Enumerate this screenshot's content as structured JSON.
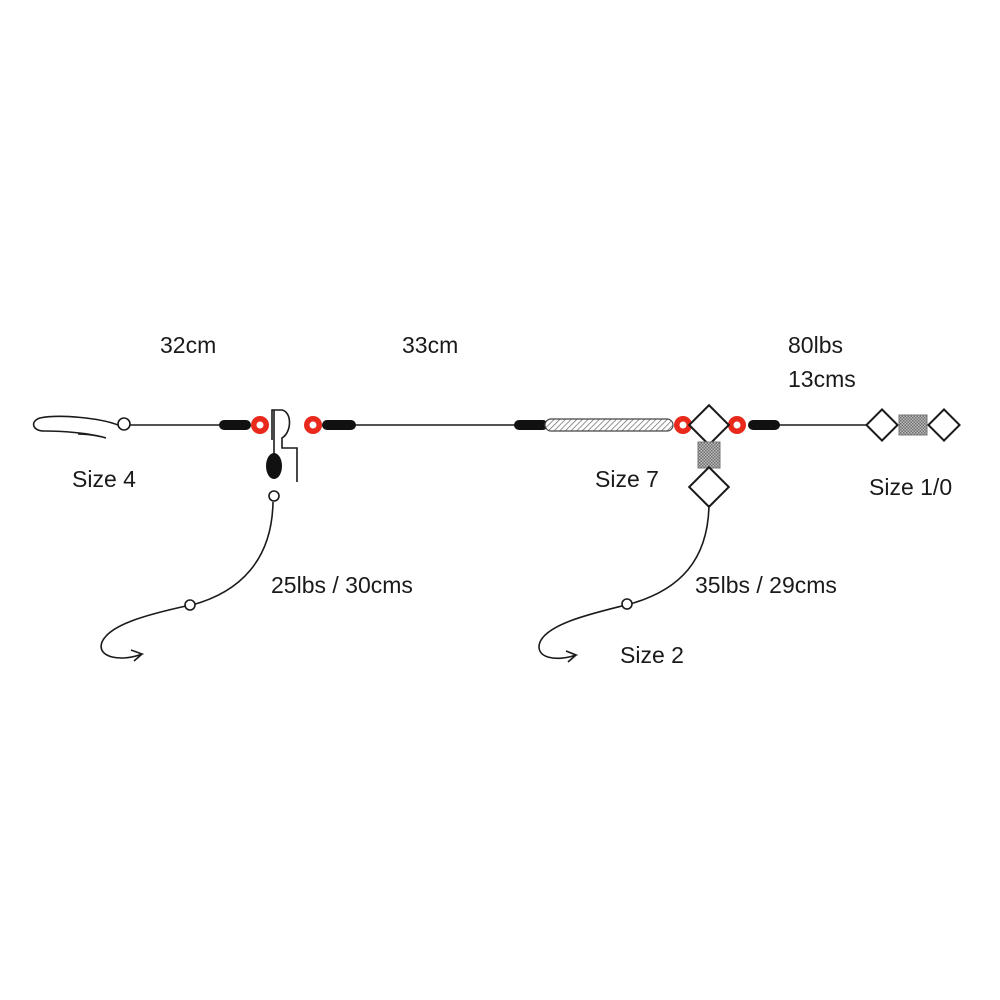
{
  "labels": {
    "main_line_1": "32cm",
    "main_line_2": "33cm",
    "leader_strength": "80lbs",
    "leader_length": "13cms",
    "snap_size": "Size 4",
    "swivel_size": "Size 7",
    "end_swivel_size": "Size 1/0",
    "dropper_1": "25lbs / 30cms",
    "dropper_2": "35lbs / 29cms",
    "hook_size": "Size 2"
  },
  "colors": {
    "line": "#1a1a1a",
    "bead": "#e8291c",
    "sleeve": "#111111",
    "crimp_fill": "#9a9a9a"
  },
  "icons": {
    "snap": "snap-link-icon",
    "bead": "red-bead-icon",
    "sleeve": "black-sleeve-icon",
    "swivel": "three-way-swivel-icon",
    "hook": "fish-hook-icon"
  }
}
